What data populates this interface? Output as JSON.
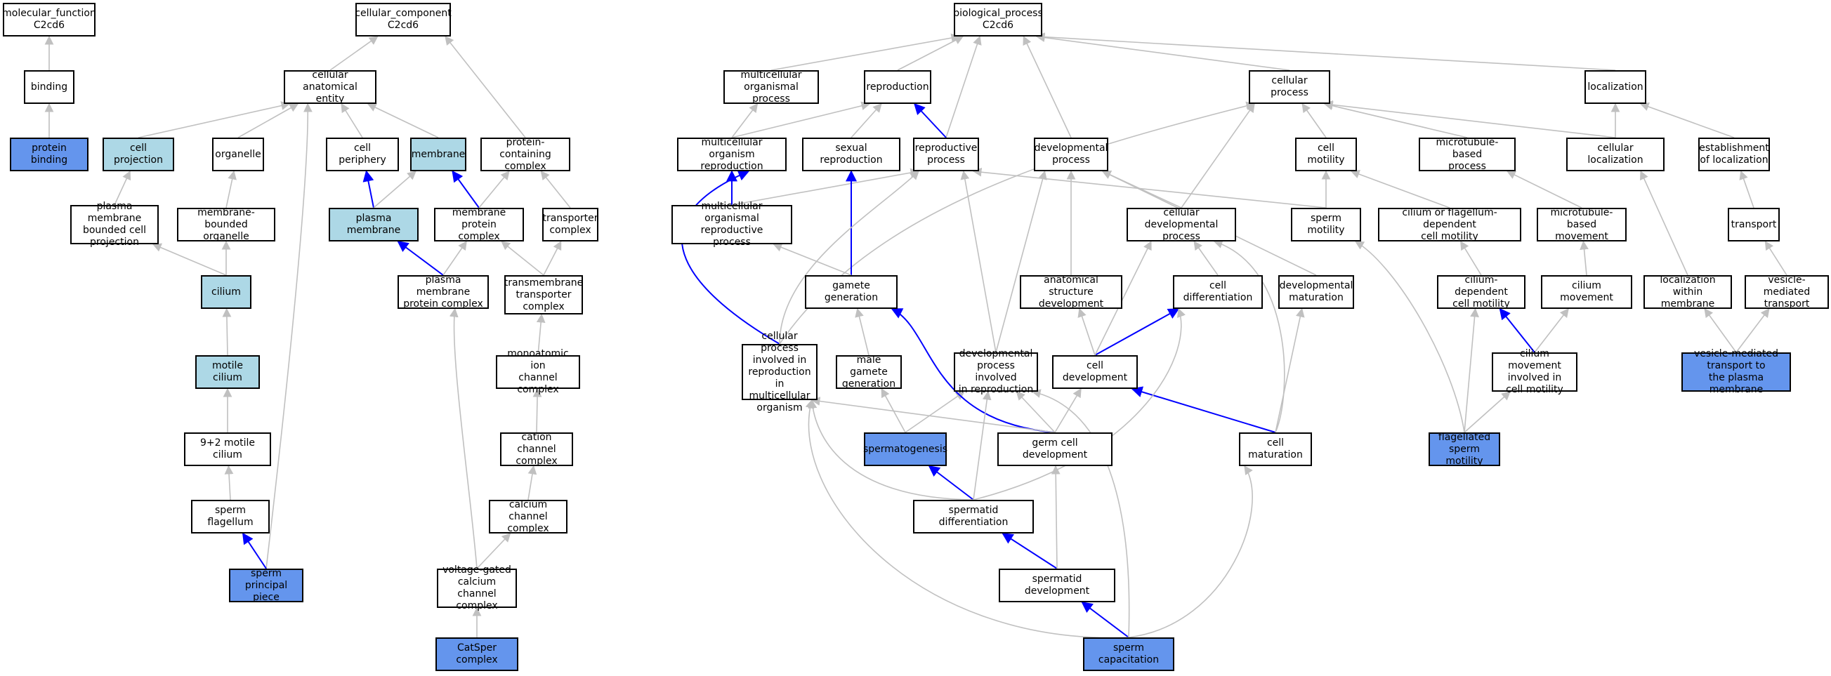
{
  "colors": {
    "white": "#ffffff",
    "query": "#6495ed",
    "mid": "#add8e6",
    "edge_gray": "#c0c0c0",
    "edge_blue": "#0000ff"
  },
  "nodes": {
    "mf_root": {
      "label": "molecular_function\nC2cd6",
      "fill": "white"
    },
    "binding": {
      "label": "binding",
      "fill": "white"
    },
    "protein_binding": {
      "label": "protein binding",
      "fill": "query"
    },
    "cc_root": {
      "label": "cellular_component\nC2cd6",
      "fill": "white"
    },
    "cellular_anatomical_entity": {
      "label": "cellular anatomical\nentity",
      "fill": "white"
    },
    "cell_projection": {
      "label": "cell projection",
      "fill": "mid"
    },
    "organelle": {
      "label": "organelle",
      "fill": "white"
    },
    "cell_periphery": {
      "label": "cell periphery",
      "fill": "white"
    },
    "membrane": {
      "label": "membrane",
      "fill": "mid"
    },
    "protein_containing_complex": {
      "label": "protein-containing\ncomplex",
      "fill": "white"
    },
    "pm_bounded_cell_projection": {
      "label": "plasma membrane\nbounded cell\nprojection",
      "fill": "white"
    },
    "membrane_bounded_organelle": {
      "label": "membrane-bounded\norganelle",
      "fill": "white"
    },
    "plasma_membrane": {
      "label": "plasma membrane",
      "fill": "mid"
    },
    "membrane_protein_complex": {
      "label": "membrane protein\ncomplex",
      "fill": "white"
    },
    "transporter_complex": {
      "label": "transporter\ncomplex",
      "fill": "white"
    },
    "cilium": {
      "label": "cilium",
      "fill": "mid"
    },
    "pm_protein_complex": {
      "label": "plasma membrane\nprotein complex",
      "fill": "white"
    },
    "tm_transporter_complex": {
      "label": "transmembrane\ntransporter\ncomplex",
      "fill": "white"
    },
    "motile_cilium": {
      "label": "motile cilium",
      "fill": "mid"
    },
    "monoatomic_ion_channel_complex": {
      "label": "monoatomic ion\nchannel complex",
      "fill": "white"
    },
    "motile_cilium_9_2": {
      "label": "9+2 motile cilium",
      "fill": "white"
    },
    "cation_channel_complex": {
      "label": "cation channel\ncomplex",
      "fill": "white"
    },
    "sperm_flagellum": {
      "label": "sperm flagellum",
      "fill": "white"
    },
    "calcium_channel_complex": {
      "label": "calcium channel\ncomplex",
      "fill": "white"
    },
    "sperm_principal_piece": {
      "label": "sperm principal\npiece",
      "fill": "query"
    },
    "vg_calcium_channel_complex": {
      "label": "voltage-gated\ncalcium channel\ncomplex",
      "fill": "white"
    },
    "catsper_complex": {
      "label": "CatSper complex",
      "fill": "query"
    },
    "bp_root": {
      "label": "biological_process\nC2cd6",
      "fill": "white"
    },
    "multicellular_organismal_process": {
      "label": "multicellular\norganismal process",
      "fill": "white"
    },
    "reproduction": {
      "label": "reproduction",
      "fill": "white"
    },
    "cellular_process": {
      "label": "cellular process",
      "fill": "white"
    },
    "localization": {
      "label": "localization",
      "fill": "white"
    },
    "multicellular_organism_reproduction": {
      "label": "multicellular\norganism reproduction",
      "fill": "white"
    },
    "sexual_reproduction": {
      "label": "sexual reproduction",
      "fill": "white"
    },
    "reproductive_process": {
      "label": "reproductive\nprocess",
      "fill": "white"
    },
    "developmental_process": {
      "label": "developmental\nprocess",
      "fill": "white"
    },
    "cell_motility": {
      "label": "cell motility",
      "fill": "white"
    },
    "microtubule_based_process": {
      "label": "microtubule-based\nprocess",
      "fill": "white"
    },
    "cellular_localization": {
      "label": "cellular localization",
      "fill": "white"
    },
    "establishment_of_localization": {
      "label": "establishment\nof localization",
      "fill": "white"
    },
    "multicellular_organismal_reproductive_process": {
      "label": "multicellular\norganismal reproductive\nprocess",
      "fill": "white"
    },
    "cellular_developmental_process": {
      "label": "cellular developmental\nprocess",
      "fill": "white"
    },
    "sperm_motility": {
      "label": "sperm motility",
      "fill": "white"
    },
    "cilium_or_flagellum_dependent_cell_motility": {
      "label": "cilium or flagellum-dependent\ncell motility",
      "fill": "white"
    },
    "microtubule_based_movement": {
      "label": "microtubule-based\nmovement",
      "fill": "white"
    },
    "transport": {
      "label": "transport",
      "fill": "white"
    },
    "gamete_generation": {
      "label": "gamete generation",
      "fill": "white"
    },
    "anatomical_structure_development": {
      "label": "anatomical structure\ndevelopment",
      "fill": "white"
    },
    "cell_differentiation": {
      "label": "cell differentiation",
      "fill": "white"
    },
    "developmental_maturation": {
      "label": "developmental\nmaturation",
      "fill": "white"
    },
    "cilium_dependent_cell_motility": {
      "label": "cilium-dependent\ncell motility",
      "fill": "white"
    },
    "cilium_movement": {
      "label": "cilium movement",
      "fill": "white"
    },
    "localization_within_membrane": {
      "label": "localization\nwithin membrane",
      "fill": "white"
    },
    "vesicle_mediated_transport": {
      "label": "vesicle-mediated\ntransport",
      "fill": "white"
    },
    "cellular_process_in_multicellular_reproduction": {
      "label": "cellular process\ninvolved in\nreproduction\nin multicellular\norganism",
      "fill": "white"
    },
    "male_gamete_generation": {
      "label": "male gamete\ngeneration",
      "fill": "white"
    },
    "developmental_process_in_reproduction": {
      "label": "developmental\nprocess involved\nin reproduction",
      "fill": "white"
    },
    "cell_development": {
      "label": "cell development",
      "fill": "white"
    },
    "cilium_movement_in_cell_motility": {
      "label": "cilium movement\ninvolved in\ncell motility",
      "fill": "white"
    },
    "vesicle_transport_to_pm": {
      "label": "vesicle-mediated\ntransport to\nthe plasma membrane",
      "fill": "query"
    },
    "spermatogenesis": {
      "label": "spermatogenesis",
      "fill": "query"
    },
    "germ_cell_development": {
      "label": "germ cell development",
      "fill": "white"
    },
    "cell_maturation": {
      "label": "cell maturation",
      "fill": "white"
    },
    "flagellated_sperm_motility": {
      "label": "flagellated\nsperm motility",
      "fill": "query"
    },
    "spermatid_differentiation": {
      "label": "spermatid differentiation",
      "fill": "white"
    },
    "spermatid_development": {
      "label": "spermatid development",
      "fill": "white"
    },
    "sperm_capacitation": {
      "label": "sperm capacitation",
      "fill": "query"
    }
  },
  "edges": [
    {
      "from": "binding",
      "to": "mf_root",
      "color": "gray"
    },
    {
      "from": "protein_binding",
      "to": "binding",
      "color": "gray"
    },
    {
      "from": "cellular_anatomical_entity",
      "to": "cc_root",
      "color": "gray"
    },
    {
      "from": "protein_containing_complex",
      "to": "cc_root",
      "color": "gray"
    },
    {
      "from": "cell_projection",
      "to": "cellular_anatomical_entity",
      "color": "gray"
    },
    {
      "from": "organelle",
      "to": "cellular_anatomical_entity",
      "color": "gray"
    },
    {
      "from": "cell_periphery",
      "to": "cellular_anatomical_entity",
      "color": "gray"
    },
    {
      "from": "membrane",
      "to": "cellular_anatomical_entity",
      "color": "gray"
    },
    {
      "from": "sperm_principal_piece",
      "to": "cellular_anatomical_entity",
      "color": "gray",
      "curve": [
        420,
        460,
        440,
        230
      ]
    },
    {
      "from": "pm_bounded_cell_projection",
      "to": "cell_projection",
      "color": "gray"
    },
    {
      "from": "membrane_bounded_organelle",
      "to": "organelle",
      "color": "gray"
    },
    {
      "from": "plasma_membrane",
      "to": "cell_periphery",
      "color": "blue"
    },
    {
      "from": "plasma_membrane",
      "to": "membrane",
      "color": "gray"
    },
    {
      "from": "membrane_protein_complex",
      "to": "membrane",
      "color": "blue"
    },
    {
      "from": "membrane_protein_complex",
      "to": "protein_containing_complex",
      "color": "gray"
    },
    {
      "from": "transporter_complex",
      "to": "protein_containing_complex",
      "color": "gray"
    },
    {
      "from": "cilium",
      "to": "pm_bounded_cell_projection",
      "color": "gray"
    },
    {
      "from": "cilium",
      "to": "membrane_bounded_organelle",
      "color": "gray"
    },
    {
      "from": "pm_protein_complex",
      "to": "plasma_membrane",
      "color": "blue"
    },
    {
      "from": "pm_protein_complex",
      "to": "membrane_protein_complex",
      "color": "gray"
    },
    {
      "from": "tm_transporter_complex",
      "to": "membrane_protein_complex",
      "color": "gray"
    },
    {
      "from": "tm_transporter_complex",
      "to": "transporter_complex",
      "color": "gray"
    },
    {
      "from": "motile_cilium",
      "to": "cilium",
      "color": "gray"
    },
    {
      "from": "monoatomic_ion_channel_complex",
      "to": "tm_transporter_complex",
      "color": "gray"
    },
    {
      "from": "motile_cilium_9_2",
      "to": "motile_cilium",
      "color": "gray"
    },
    {
      "from": "cation_channel_complex",
      "to": "monoatomic_ion_channel_complex",
      "color": "gray"
    },
    {
      "from": "sperm_flagellum",
      "to": "motile_cilium_9_2",
      "color": "gray"
    },
    {
      "from": "calcium_channel_complex",
      "to": "cation_channel_complex",
      "color": "gray"
    },
    {
      "from": "sperm_principal_piece",
      "to": "sperm_flagellum",
      "color": "blue"
    },
    {
      "from": "vg_calcium_channel_complex",
      "to": "calcium_channel_complex",
      "color": "gray"
    },
    {
      "from": "vg_calcium_channel_complex",
      "to": "pm_protein_complex",
      "color": "gray",
      "curve": [
        670,
        700,
        640,
        500
      ]
    },
    {
      "from": "catsper_complex",
      "to": "vg_calcium_channel_complex",
      "color": "gray"
    },
    {
      "from": "multicellular_organismal_process",
      "to": "bp_root",
      "color": "gray"
    },
    {
      "from": "reproduction",
      "to": "bp_root",
      "color": "gray"
    },
    {
      "from": "cellular_process",
      "to": "bp_root",
      "color": "gray"
    },
    {
      "from": "localization",
      "to": "bp_root",
      "color": "gray"
    },
    {
      "from": "reproductive_process",
      "to": "bp_root",
      "color": "gray"
    },
    {
      "from": "developmental_process",
      "to": "bp_root",
      "color": "gray"
    },
    {
      "from": "multicellular_organism_reproduction",
      "to": "multicellular_organismal_process",
      "color": "gray"
    },
    {
      "from": "multicellular_organism_reproduction",
      "to": "reproduction",
      "color": "gray"
    },
    {
      "from": "sexual_reproduction",
      "to": "reproduction",
      "color": "gray"
    },
    {
      "from": "reproductive_process",
      "to": "reproduction",
      "color": "blue"
    },
    {
      "from": "cell_motility",
      "to": "cellular_process",
      "color": "gray"
    },
    {
      "from": "microtubule_based_process",
      "to": "cellular_process",
      "color": "gray"
    },
    {
      "from": "cellular_localization",
      "to": "cellular_process",
      "color": "gray"
    },
    {
      "from": "cellular_localization",
      "to": "localization",
      "color": "gray"
    },
    {
      "from": "establishment_of_localization",
      "to": "localization",
      "color": "gray"
    },
    {
      "from": "cellular_developmental_process",
      "to": "cellular_process",
      "color": "gray"
    },
    {
      "from": "cellular_process_in_multicellular_reproduction",
      "to": "cellular_process",
      "color": "gray",
      "curve": [
        1240,
        300,
        1500,
        220
      ]
    },
    {
      "from": "multicellular_organismal_reproductive_process",
      "to": "multicellular_organism_reproduction",
      "color": "blue"
    },
    {
      "from": "multicellular_organismal_reproductive_process",
      "to": "reproductive_process",
      "color": "gray"
    },
    {
      "from": "cellular_developmental_process",
      "to": "developmental_process",
      "color": "gray"
    },
    {
      "from": "sperm_motility",
      "to": "cell_motility",
      "color": "gray"
    },
    {
      "from": "sperm_motility",
      "to": "reproductive_process",
      "color": "gray"
    },
    {
      "from": "cilium_or_flagellum_dependent_cell_motility",
      "to": "cell_motility",
      "color": "gray"
    },
    {
      "from": "microtubule_based_movement",
      "to": "microtubule_based_process",
      "color": "gray"
    },
    {
      "from": "transport",
      "to": "establishment_of_localization",
      "color": "gray"
    },
    {
      "from": "gamete_generation",
      "to": "sexual_reproduction",
      "color": "blue"
    },
    {
      "from": "gamete_generation",
      "to": "multicellular_organismal_reproductive_process",
      "color": "gray"
    },
    {
      "from": "anatomical_structure_development",
      "to": "developmental_process",
      "color": "gray"
    },
    {
      "from": "cell_differentiation",
      "to": "cellular_developmental_process",
      "color": "gray"
    },
    {
      "from": "developmental_maturation",
      "to": "developmental_process",
      "color": "gray"
    },
    {
      "from": "cilium_dependent_cell_motility",
      "to": "cilium_or_flagellum_dependent_cell_motility",
      "color": "gray"
    },
    {
      "from": "cilium_movement",
      "to": "microtubule_based_movement",
      "color": "gray"
    },
    {
      "from": "localization_within_membrane",
      "to": "cellular_localization",
      "color": "gray"
    },
    {
      "from": "vesicle_mediated_transport",
      "to": "transport",
      "color": "gray"
    },
    {
      "from": "cellular_process_in_multicellular_reproduction",
      "to": "multicellular_organism_reproduction",
      "color": "blue",
      "curve": [
        990,
        420,
        890,
        320
      ]
    },
    {
      "from": "cellular_process_in_multicellular_reproduction",
      "to": "reproductive_process",
      "color": "gray",
      "curve": [
        1110,
        380,
        1250,
        300
      ]
    },
    {
      "from": "male_gamete_generation",
      "to": "gamete_generation",
      "color": "gray"
    },
    {
      "from": "developmental_process_in_reproduction",
      "to": "reproductive_process",
      "color": "gray"
    },
    {
      "from": "developmental_process_in_reproduction",
      "to": "developmental_process",
      "color": "gray"
    },
    {
      "from": "cell_development",
      "to": "anatomical_structure_development",
      "color": "gray"
    },
    {
      "from": "cell_development",
      "to": "cell_differentiation",
      "color": "blue"
    },
    {
      "from": "cell_development",
      "to": "cellular_developmental_process",
      "color": "gray"
    },
    {
      "from": "cilium_movement_in_cell_motility",
      "to": "cilium_dependent_cell_motility",
      "color": "blue"
    },
    {
      "from": "cilium_movement_in_cell_motility",
      "to": "cilium_movement",
      "color": "gray"
    },
    {
      "from": "vesicle_transport_to_pm",
      "to": "localization_within_membrane",
      "color": "gray"
    },
    {
      "from": "vesicle_transport_to_pm",
      "to": "vesicle_mediated_transport",
      "color": "gray"
    },
    {
      "from": "spermatogenesis",
      "to": "male_gamete_generation",
      "color": "gray"
    },
    {
      "from": "spermatogenesis",
      "to": "developmental_process_in_reproduction",
      "color": "gray"
    },
    {
      "from": "germ_cell_development",
      "to": "gamete_generation",
      "color": "blue",
      "curve": [
        1320,
        600,
        1330,
        470
      ]
    },
    {
      "from": "germ_cell_development",
      "to": "developmental_process_in_reproduction",
      "color": "gray"
    },
    {
      "from": "germ_cell_development",
      "to": "cell_development",
      "color": "gray"
    },
    {
      "from": "germ_cell_development",
      "to": "cellular_process_in_multicellular_reproduction",
      "color": "gray"
    },
    {
      "from": "cell_maturation",
      "to": "cell_development",
      "color": "blue"
    },
    {
      "from": "cell_maturation",
      "to": "developmental_maturation",
      "color": "gray"
    },
    {
      "from": "cell_maturation",
      "to": "cellular_developmental_process",
      "color": "gray",
      "curve": [
        1840,
        560,
        1840,
        380
      ]
    },
    {
      "from": "flagellated_sperm_motility",
      "to": "sperm_motility",
      "color": "gray",
      "curve": [
        2070,
        520,
        1990,
        380
      ]
    },
    {
      "from": "flagellated_sperm_motility",
      "to": "cilium_dependent_cell_motility",
      "color": "gray"
    },
    {
      "from": "flagellated_sperm_motility",
      "to": "cilium_movement_in_cell_motility",
      "color": "gray"
    },
    {
      "from": "spermatid_differentiation",
      "to": "spermatogenesis",
      "color": "blue"
    },
    {
      "from": "spermatid_differentiation",
      "to": "cell_differentiation",
      "color": "gray",
      "curve": [
        1630,
        650,
        1700,
        500
      ]
    },
    {
      "from": "spermatid_differentiation",
      "to": "developmental_process_in_reproduction",
      "color": "gray"
    },
    {
      "from": "spermatid_differentiation",
      "to": "cellular_process_in_multicellular_reproduction",
      "color": "gray",
      "curve": [
        1200,
        710,
        1160,
        620
      ]
    },
    {
      "from": "spermatid_development",
      "to": "spermatid_differentiation",
      "color": "blue"
    },
    {
      "from": "spermatid_development",
      "to": "germ_cell_development",
      "color": "gray"
    },
    {
      "from": "sperm_capacitation",
      "to": "spermatid_development",
      "color": "blue"
    },
    {
      "from": "sperm_capacitation",
      "to": "cell_maturation",
      "color": "gray",
      "curve": [
        1750,
        890,
        1810,
        720
      ]
    },
    {
      "from": "sperm_capacitation",
      "to": "developmental_process_in_reproduction",
      "color": "gray",
      "curve": [
        1610,
        820,
        1610,
        590
      ]
    },
    {
      "from": "sperm_capacitation",
      "to": "cellular_process_in_multicellular_reproduction",
      "color": "gray",
      "curve": [
        1300,
        920,
        1120,
        700
      ]
    }
  ]
}
